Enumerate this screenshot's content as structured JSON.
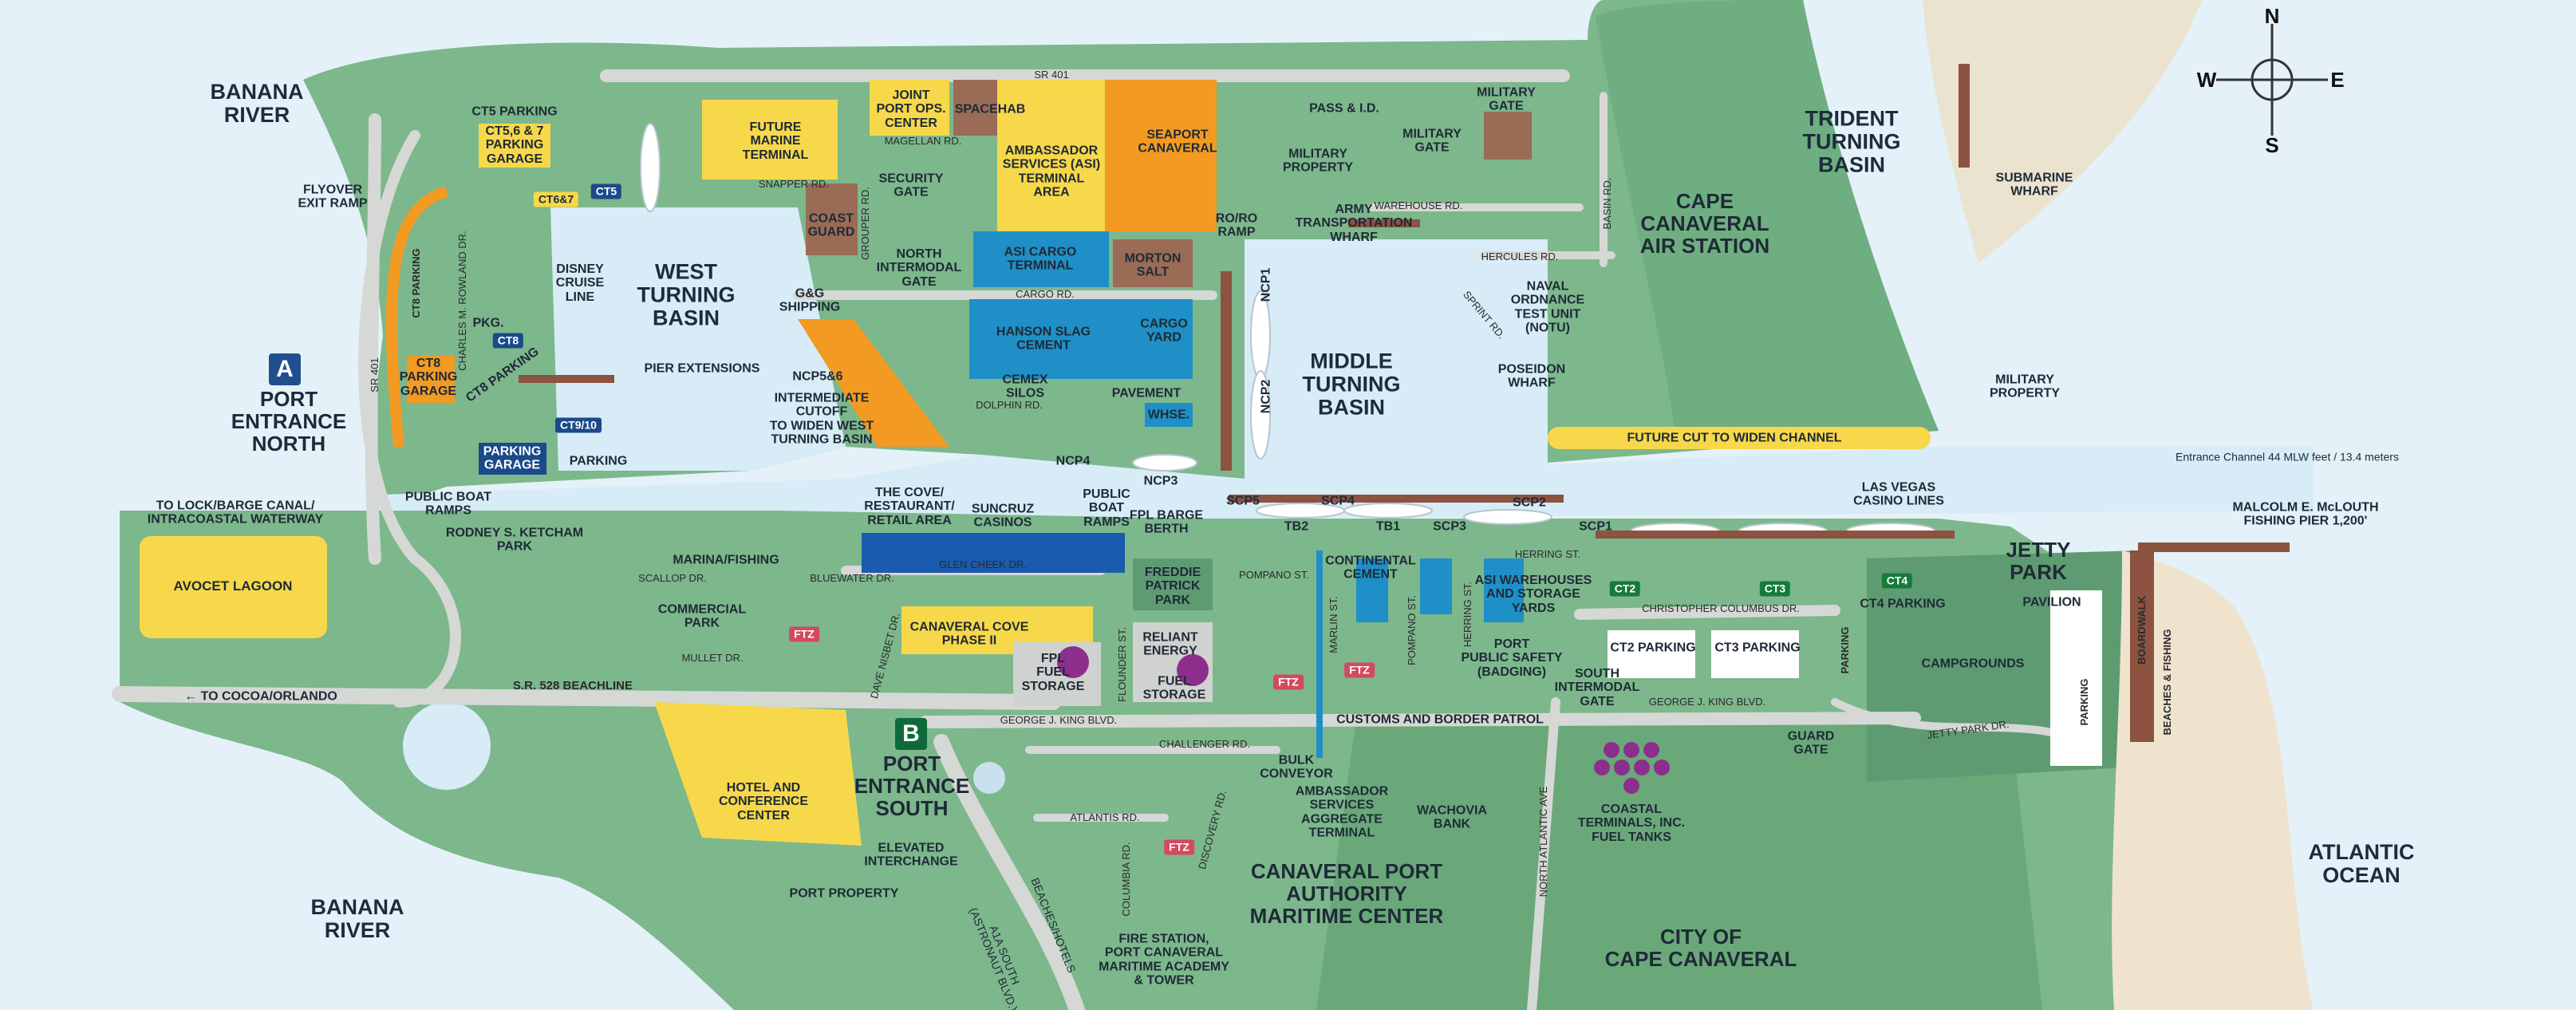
{
  "compass": {
    "north": "N",
    "south": "S",
    "east": "E",
    "west": "W"
  },
  "colors": {
    "water": "#d6ebf6",
    "land": "#7bb58b",
    "land_dark": "#5f9b72",
    "road": "#d4d6d3",
    "yellow": "#f7d84a",
    "orange": "#f39a22",
    "blue": "#1f8fc7",
    "brown": "#9a6b55",
    "navy": "#1a4a8a",
    "sand": "#f0e4cf"
  },
  "water_labels": {
    "banana_river_top": "BANANA\nRIVER",
    "banana_river_bottom": "BANANA\nRIVER",
    "atlantic_ocean": "ATLANTIC\nOCEAN",
    "west_turning_basin": "WEST\nTURNING\nBASIN",
    "middle_turning_basin": "MIDDLE\nTURNING\nBASIN",
    "trident_turning_basin": "TRIDENT\nTURNING\nBASIN"
  },
  "place_labels": {
    "cape_canaveral_air_station": "CAPE\nCANAVERAL\nAIR STATION",
    "city_of_cape_canaveral": "CITY OF\nCAPE CANAVERAL",
    "jetty_park": "JETTY\nPARK",
    "port_entrance_north": "PORT\nENTRANCE\nNORTH",
    "port_entrance_south": "PORT\nENTRANCE\nSOUTH",
    "canaveral_port_authority": "CANAVERAL PORT\nAUTHORITY\nMARITIME CENTER",
    "avocet_lagoon": "AVOCET LAGOON",
    "hotel_conference": "HOTEL AND\nCONFERENCE\nCENTER",
    "future_marine_terminal": "FUTURE\nMARINE\nTERMINAL",
    "joint_port_ops": "JOINT\nPORT OPS.\nCENTER",
    "spacehab": "SPACEHAB",
    "ambassador_terminal": "AMBASSADOR\nSERVICES (ASI)\nTERMINAL\nAREA",
    "seaport_canaveral": "SEAPORT\nCANAVERAL",
    "security_gate": "SECURITY\nGATE",
    "coast_guard": "COAST\nGUARD",
    "north_intermodal_gate": "NORTH\nINTERMODAL\nGATE",
    "asi_cargo_terminal": "ASI CARGO\nTERMINAL",
    "morton_salt": "MORTON\nSALT",
    "roro_ramp": "RO/RO\nRAMP",
    "hanson_slag": "HANSON SLAG\nCEMENT",
    "cargo_yard": "CARGO\nYARD",
    "cemex_silos": "CEMEX\nSILOS",
    "pavement": "PAVEMENT",
    "whse": "WHSE.",
    "gg_shipping": "G&G\nSHIPPING",
    "ncp56": "NCP5&6",
    "intermediate_cutoff": "INTERMEDIATE\nCUTOFF\nTO WIDEN WEST\nTURNING BASIN",
    "pass_id": "PASS & I.D.",
    "military_gate_1": "MILITARY\nGATE",
    "military_gate_2": "MILITARY\nGATE",
    "military_property_1": "MILITARY\nPROPERTY",
    "military_property_2": "MILITARY\nPROPERTY",
    "army_wharf": "ARMY\nTRANSPORTATION\nWHARF",
    "naval_ordnance": "NAVAL\nORDNANCE\nTEST UNIT\n(NOTU)",
    "poseidon_wharf": "POSEIDON\nWHARF",
    "future_cut": "FUTURE CUT TO WIDEN CHANNEL",
    "submarine_wharf": "SUBMARINE\nWHARF",
    "entrance_channel": "Entrance Channel 44 MLW feet / 13.4 meters",
    "malcolm_pier": "MALCOLM E. McLOUTH\nFISHING PIER 1,200'",
    "las_vegas_casino": "LAS VEGAS\nCASINO LINES",
    "ct5_parking": "CT5 PARKING",
    "ct567_garage": "CT5,6 & 7\nPARKING\nGARAGE",
    "flyover": "FLYOVER\nEXIT RAMP",
    "disney": "DISNEY\nCRUISE\nLINE",
    "pier_extensions": "PIER EXTENSIONS",
    "ct8_parking_v": "CT8 PARKING",
    "ct8_parking_garage": "CT8\nPARKING\nGARAGE",
    "ct8_parking_s": "CT8 PARKING",
    "pkg": "PKG.",
    "parking_garage": "PARKING\nGARAGE",
    "parking": "PARKING",
    "to_lock": "TO LOCK/BARGE CANAL/\nINTRACOASTAL WATERWAY",
    "public_boat_ramps_w": "PUBLIC BOAT\nRAMPS",
    "ketcham_park": "RODNEY S. KETCHAM\nPARK",
    "marina_fishing": "MARINA/FISHING",
    "commercial_park": "COMMERCIAL\nPARK",
    "the_cove": "THE COVE/\nRESTAURANT/\nRETAIL AREA",
    "suncruz": "SUNCRUZ\nCASINOS",
    "public_boat_ramps_e": "PUBLIC\nBOAT\nRAMPS",
    "fpl_barge": "FPL BARGE\nBERTH",
    "freddie_park": "FREDDIE\nPATRICK\nPARK",
    "canaveral_cove": "CANAVERAL COVE\nPHASE II",
    "fpl_fuel": "FPL\nFUEL\nSTORAGE",
    "reliant": "RELIANT\nENERGY",
    "fuel_storage": "FUEL\nSTORAGE",
    "continental_cement": "CONTINENTAL\nCEMENT",
    "asi_warehouses": "ASI WAREHOUSES\nAND STORAGE\nYARDS",
    "port_public_safety": "PORT\nPUBLIC SAFETY\n(BADGING)",
    "south_intermodal": "SOUTH\nINTERMODAL\nGATE",
    "ct2_parking": "CT2 PARKING",
    "ct3_parking": "CT3 PARKING",
    "ct4_parking": "CT4 PARKING",
    "parking_v1": "PARKING",
    "parking_v2": "PARKING",
    "campgrounds": "CAMPGROUNDS",
    "pavilion": "PAVILION",
    "boardwalk": "BOARDWALK",
    "beaches": "BEACHES & FISHING",
    "guard_gate": "GUARD\nGATE",
    "customs": "CUSTOMS AND BORDER PATROL",
    "bulk_conveyor": "BULK\nCONVEYOR",
    "ambassador_aggregate": "AMBASSADOR\nSERVICES\nAGGREGATE\nTERMINAL",
    "wachovia": "WACHOVIA\nBANK",
    "coastal_terminals": "COASTAL\nTERMINALS, INC.\nFUEL TANKS",
    "fire_station": "FIRE STATION,\nPORT CANAVERAL\nMARITIME ACADEMY\n& TOWER",
    "elevated_interchange": "ELEVATED\nINTERCHANGE",
    "port_property": "PORT PROPERTY",
    "to_cocoa": "←  TO COCOA/ORLANDO",
    "beaches_hotels": "BEACHES/HOTELS",
    "a1a": "A1A SOUTH\n(ASTRONAUT BLVD.)"
  },
  "badges": {
    "ct6_7": "CT6&7",
    "ct5": "CT5",
    "ct8": "CT8",
    "ct9_10": "CT9/10",
    "ct2": "CT2",
    "ct3": "CT3",
    "ct4": "CT4",
    "ftz1": "FTZ",
    "ftz2": "FTZ",
    "ftz3": "FTZ",
    "ftz4": "FTZ"
  },
  "entrances": {
    "a": "A",
    "b": "B"
  },
  "berths": {
    "ncp1": "NCP1",
    "ncp2": "NCP2",
    "ncp3": "NCP3",
    "ncp4": "NCP4",
    "scp5": "SCP5",
    "scp4": "SCP4",
    "tb2": "TB2",
    "tb1": "TB1",
    "scp3": "SCP3",
    "scp2": "SCP2",
    "scp1": "SCP1"
  },
  "roads": {
    "sr401_top": "SR 401",
    "sr401_v": "SR 401",
    "magellan": "MAGELLAN RD.",
    "snapper": "SNAPPER RD.",
    "grouper": "GROUPER RD.",
    "cargo": "CARGO RD.",
    "dolphin": "DOLPHIN RD.",
    "warehouse": "WAREHOUSE RD.",
    "hercules": "HERCULES RD.",
    "basin": "BASIN RD.",
    "sprint": "SPRINT RD.",
    "charles_rowland": "CHARLES M. ROWLAND DR.",
    "scallop": "SCALLOP DR.",
    "bluewater": "BLUEWATER DR.",
    "glen_cheek": "GLEN CHEEK DR.",
    "mullet": "MULLET DR.",
    "sr528": "S.R. 528 BEACHLINE",
    "dave_nisbet": "DAVE NISBET DR.",
    "flounder": "FLOUNDER ST.",
    "pompano": "POMPANO ST.",
    "marlin": "MARLIN ST.",
    "pompano_v": "POMPANO ST.",
    "herring_v": "HERRING ST.",
    "herring": "HERRING ST.",
    "christopher": "CHRISTOPHER COLUMBUS DR.",
    "george_king_w": "GEORGE J. KING BLVD.",
    "george_king_e": "GEORGE J. KING BLVD.",
    "jetty_park_dr": "JETTY PARK DR.",
    "challenger": "CHALLENGER RD.",
    "atlantis": "ATLANTIS RD.",
    "columbia": "COLUMBIA RD.",
    "discovery": "DISCOVERY RD.",
    "north_atlantic": "NORTH ATLANTIC AVE"
  }
}
